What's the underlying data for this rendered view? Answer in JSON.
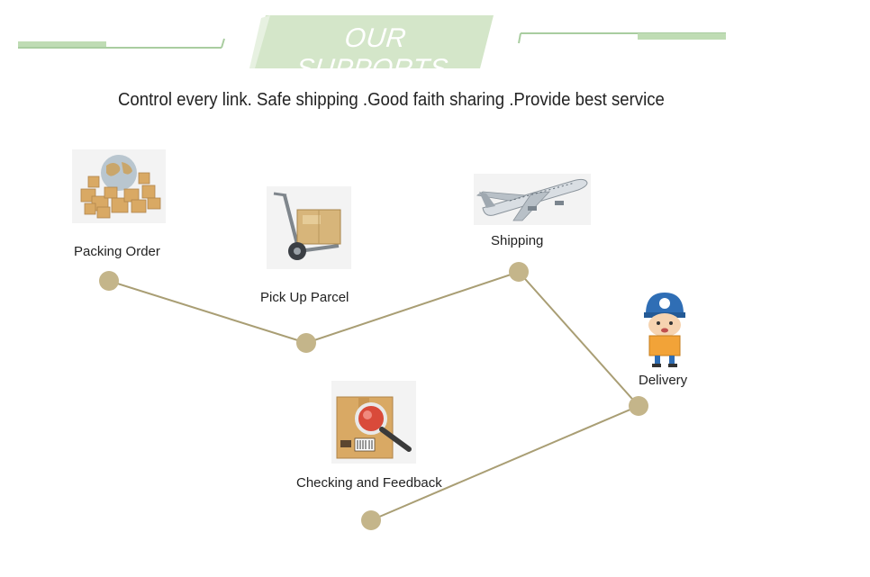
{
  "header": {
    "title": "OUR SUPPORTS",
    "tagline": "Control every link. Safe shipping .Good faith sharing .Provide best service",
    "accent_color": "#cfe3c4",
    "line_color": "#a9cda0"
  },
  "steps": [
    {
      "label": "Packing Order",
      "icon": "globe-boxes-icon"
    },
    {
      "label": "Pick Up Parcel",
      "icon": "hand-truck-icon"
    },
    {
      "label": "Shipping",
      "icon": "airplane-icon"
    },
    {
      "label": "Delivery",
      "icon": "courier-icon"
    },
    {
      "label": "Checking and Feedback",
      "icon": "box-inspection-icon"
    }
  ],
  "path": {
    "line_color": "#a99e74",
    "node_color": "#c4b58a"
  }
}
